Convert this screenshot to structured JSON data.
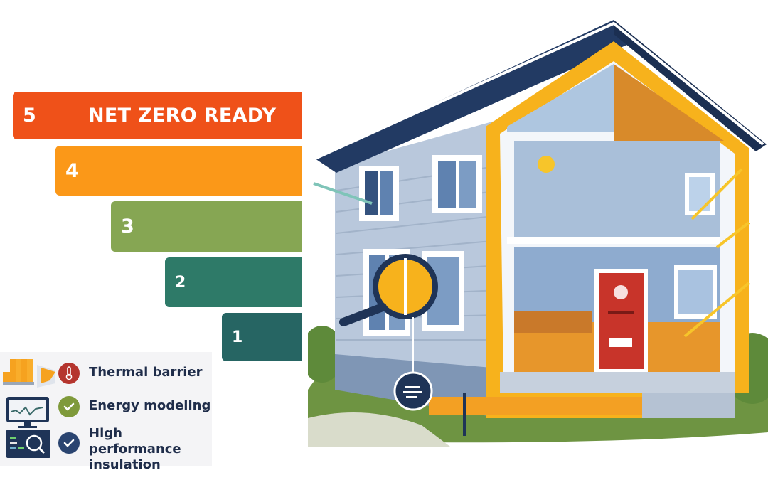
{
  "levels": [
    {
      "number": "5",
      "label": "NET ZERO READY",
      "color": "#ef5119"
    },
    {
      "number": "4",
      "label": "",
      "color": "#fb9818"
    },
    {
      "number": "3",
      "label": "",
      "color": "#86a653"
    },
    {
      "number": "2",
      "label": "",
      "color": "#2e7a68"
    },
    {
      "number": "1",
      "label": "",
      "color": "#266563"
    }
  ],
  "features": [
    {
      "label": "Thermal barrier",
      "icon": "thermometer-icon",
      "badge_color": "#b5352e"
    },
    {
      "label": "Energy modeling",
      "icon": "check-icon",
      "badge_color": "#7f9a3b"
    },
    {
      "label": "High performance insulation",
      "line1": "High performance",
      "line2": "insulation",
      "icon": "check-icon",
      "badge_color": "#2a4470"
    }
  ],
  "illustration": {
    "subject": "cutaway house with insulation envelope",
    "colors": {
      "roof": "#223a63",
      "siding": "#b9c8dc",
      "insulation": "#f7b21c",
      "door": "#c8342a",
      "lawn": "#6e9442"
    }
  }
}
